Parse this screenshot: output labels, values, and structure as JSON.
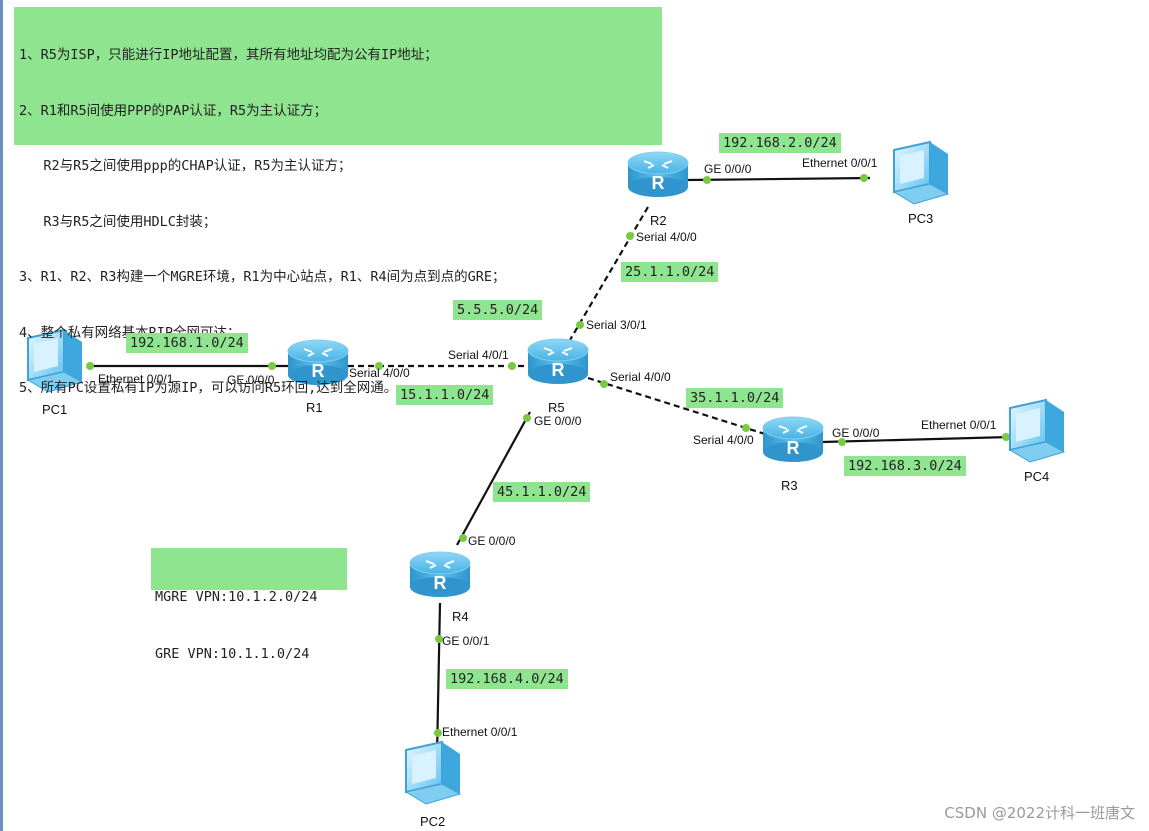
{
  "requirements": [
    "1、R5为ISP，只能进行IP地址配置，其所有地址均配为公有IP地址；",
    "2、R1和R5间使用PPP的PAP认证，R5为主认证方；",
    "   R2与R5之间使用ppp的CHAP认证，R5为主认证方；",
    "   R3与R5之间使用HDLC封装；",
    "3、R1、R2、R3构建一个MGRE环境，R1为中心站点，R1、R4间为点到点的GRE；",
    "4、整个私有网络基本RIP全网可达；",
    "5、所有PC设置私有IP为源IP，可以访问R5环回,达到全网通。"
  ],
  "devices": {
    "r1": "R1",
    "r2": "R2",
    "r3": "R3",
    "r4": "R4",
    "r5": "R5",
    "pc1": "PC1",
    "pc2": "PC2",
    "pc3": "PC3",
    "pc4": "PC4"
  },
  "subnets": {
    "pc1_r1": "192.168.1.0/24",
    "r1_r5": "15.1.1.0/24",
    "r5_loopback": "5.5.5.0/24",
    "r2_r5": "25.1.1.0/24",
    "r2_pc3": "192.168.2.0/24",
    "r3_r5": "35.1.1.0/24",
    "r3_pc4": "192.168.3.0/24",
    "r4_r5": "45.1.1.0/24",
    "r4_pc2": "192.168.4.0/24"
  },
  "vpn": {
    "mgre": "MGRE VPN:10.1.2.0/24",
    "gre": "GRE VPN:10.1.1.0/24"
  },
  "ports": {
    "pc1_eth": "Ethernet 0/0/1",
    "r1_ge": "GE 0/0/0",
    "r1_serial": "Serial 4/0/0",
    "r5_serial401": "Serial 4/0/1",
    "r5_serial301": "Serial 3/0/1",
    "r5_serial400": "Serial 4/0/0",
    "r5_ge": "GE 0/0/0",
    "r2_serial": "Serial 4/0/0",
    "r2_ge": "GE 0/0/0",
    "pc3_eth": "Ethernet 0/0/1",
    "r3_serial": "Serial 4/0/0",
    "r3_ge": "GE 0/0/0",
    "pc4_eth": "Ethernet 0/0/1",
    "r4_ge000": "GE 0/0/0",
    "r4_ge001": "GE 0/0/1",
    "pc2_eth": "Ethernet 0/0/1"
  },
  "watermark": "CSDN @2022计科一班唐文",
  "colors": {
    "note_bg": "#8fe58f",
    "router_body": "#4fb6e6",
    "port_dot": "#7ac943",
    "link": "#111111"
  }
}
